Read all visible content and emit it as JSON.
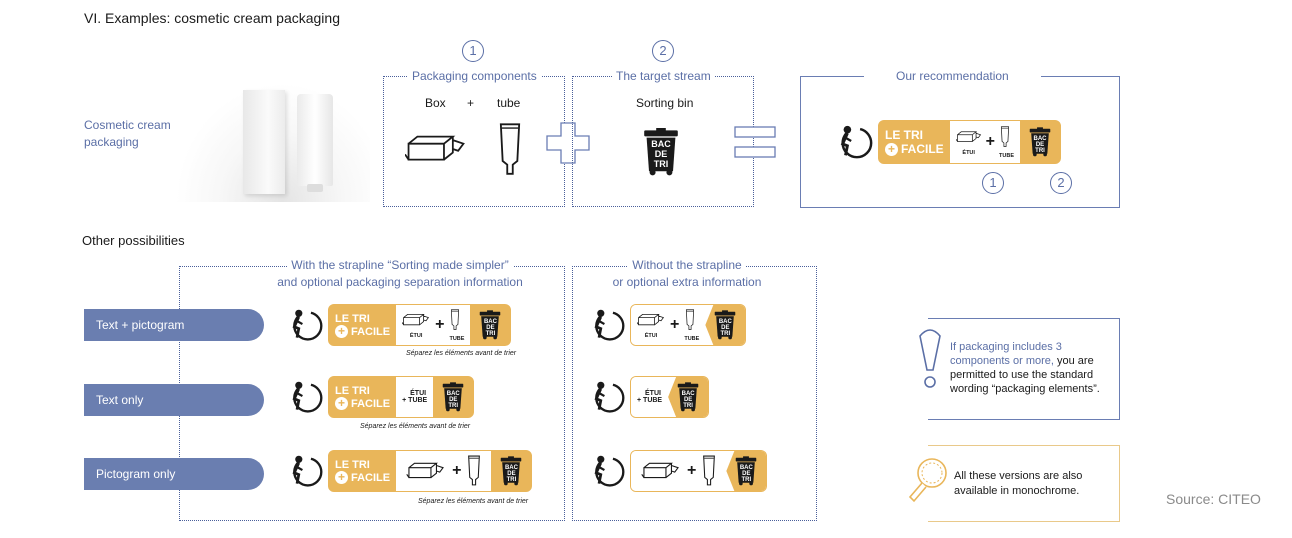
{
  "title": "VI. Examples: cosmetic cream packaging",
  "example": {
    "label": "Cosmetic cream\npackaging",
    "step1": "1",
    "step2": "2",
    "components_header": "Packaging components",
    "box": "Box",
    "plus": "+",
    "tube": "tube",
    "target_header": "The target stream",
    "sorting_bin": "Sorting bin",
    "recommendation_header": "Our recommendation",
    "bin_text": [
      "BAC",
      "DE",
      "TRI"
    ]
  },
  "badge": {
    "le_tri": "LE TRI",
    "facile": "FACILE",
    "plus": "+",
    "etui": "ÉTUI",
    "tube": "TUBE",
    "separez": "Séparez les éléments avant de trier"
  },
  "other": {
    "title": "Other possibilities",
    "with_header_1": "With the strapline “Sorting made simpler”",
    "with_header_2": "and optional packaging separation information",
    "without_header_1": "Without the strapline",
    "without_header_2": "or optional extra information",
    "rows": [
      "Text + pictogram",
      "Text only",
      "Pictogram only"
    ]
  },
  "notes": {
    "note1_highlight": "If packaging includes 3\ncomponents or more,",
    "note1_rest": " you are\npermitted to use the standard\nwording “packaging elements”.",
    "note2": "All these versions are also\navailable in monochrome.",
    "source": "Source: CITEO"
  },
  "colors": {
    "accent_blue": "#5b6fa6",
    "gold": "#e9b65a"
  }
}
